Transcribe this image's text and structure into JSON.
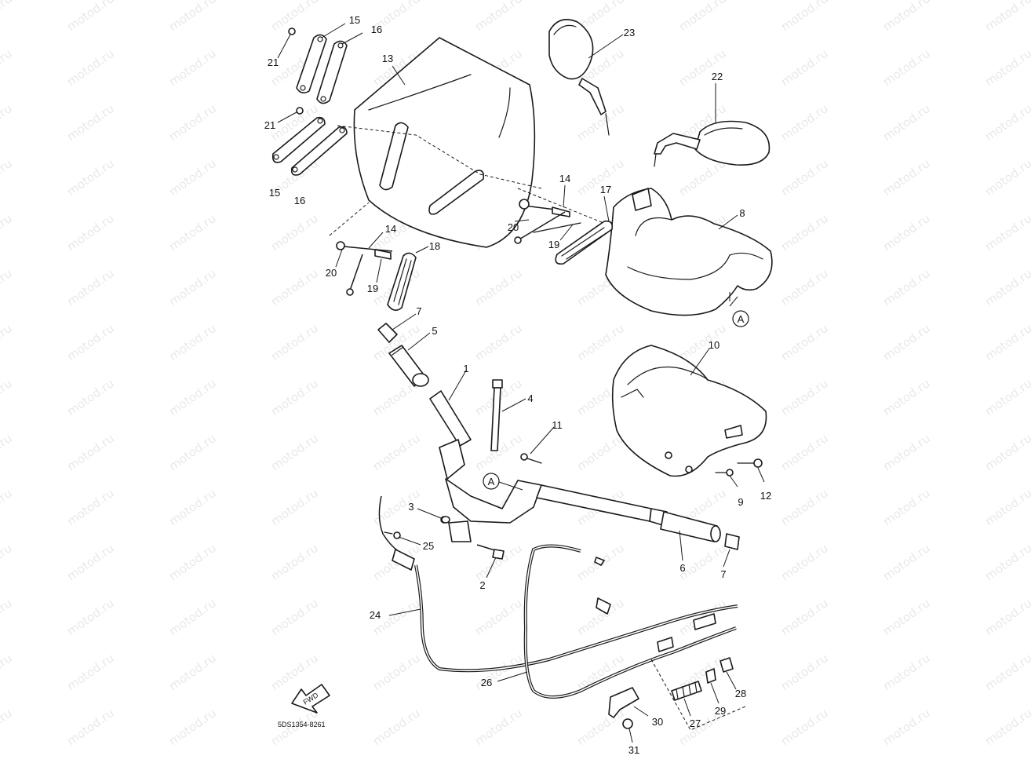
{
  "figure": {
    "diagram_code": "5DS1354-8261",
    "forward_marker": "FWD",
    "reference_marker": "A",
    "watermark_text": "motod.ru"
  },
  "callouts": [
    "1",
    "2",
    "3",
    "4",
    "5",
    "6",
    "7",
    "7",
    "8",
    "9",
    "10",
    "11",
    "12",
    "13",
    "14",
    "14",
    "15",
    "15",
    "16",
    "16",
    "17",
    "18",
    "19",
    "19",
    "20",
    "20",
    "21",
    "21",
    "22",
    "23",
    "24",
    "25",
    "26",
    "27",
    "28",
    "29",
    "30",
    "31"
  ]
}
